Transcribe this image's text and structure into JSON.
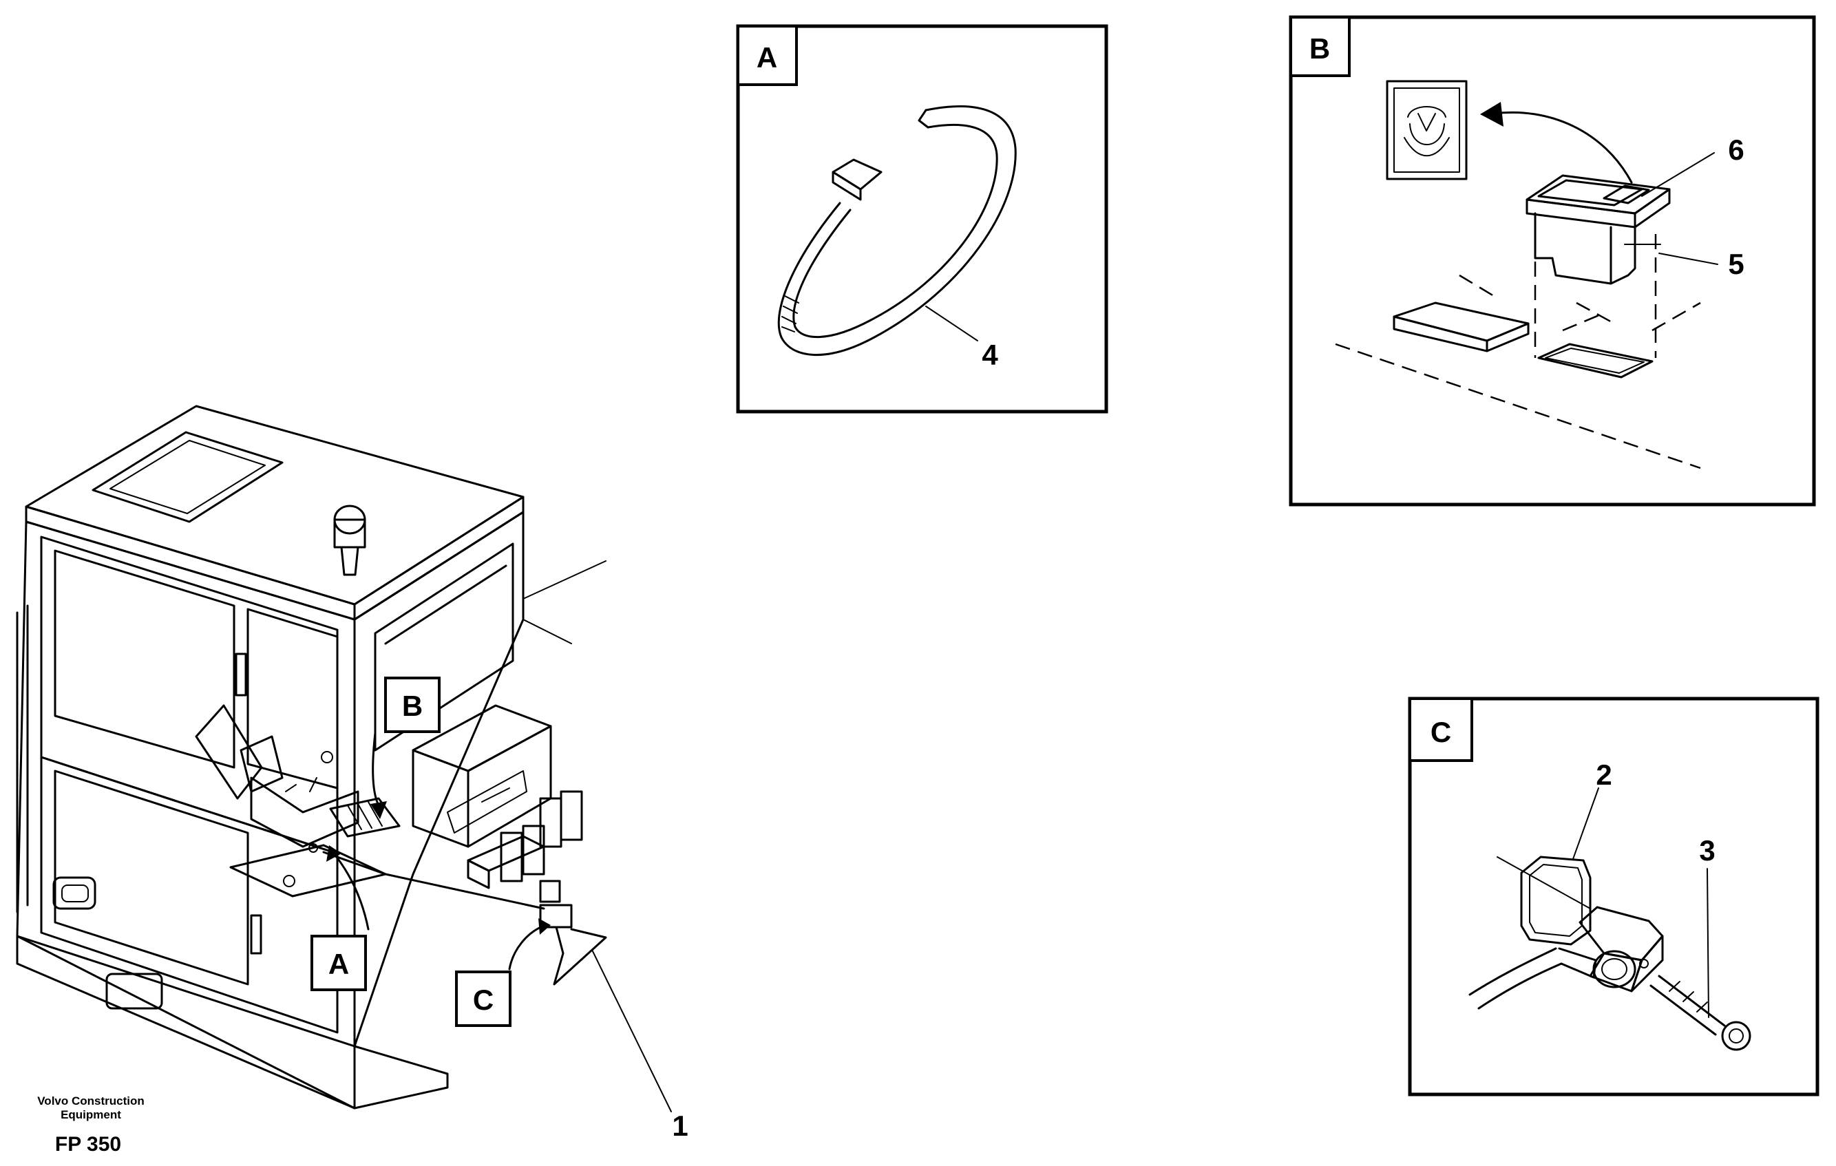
{
  "detail_frames": {
    "a": {
      "tag": "A"
    },
    "b": {
      "tag": "B"
    },
    "c": {
      "tag": "C"
    }
  },
  "callouts": {
    "a": "A",
    "b": "B",
    "c": "C"
  },
  "part_numbers": {
    "p1": "1",
    "p2": "2",
    "p3": "3",
    "p4": "4",
    "p5": "5",
    "p6": "6"
  },
  "footer": {
    "maker_line1": "Volvo Construction",
    "maker_line2": "Equipment",
    "figure_code": "FP 350"
  }
}
